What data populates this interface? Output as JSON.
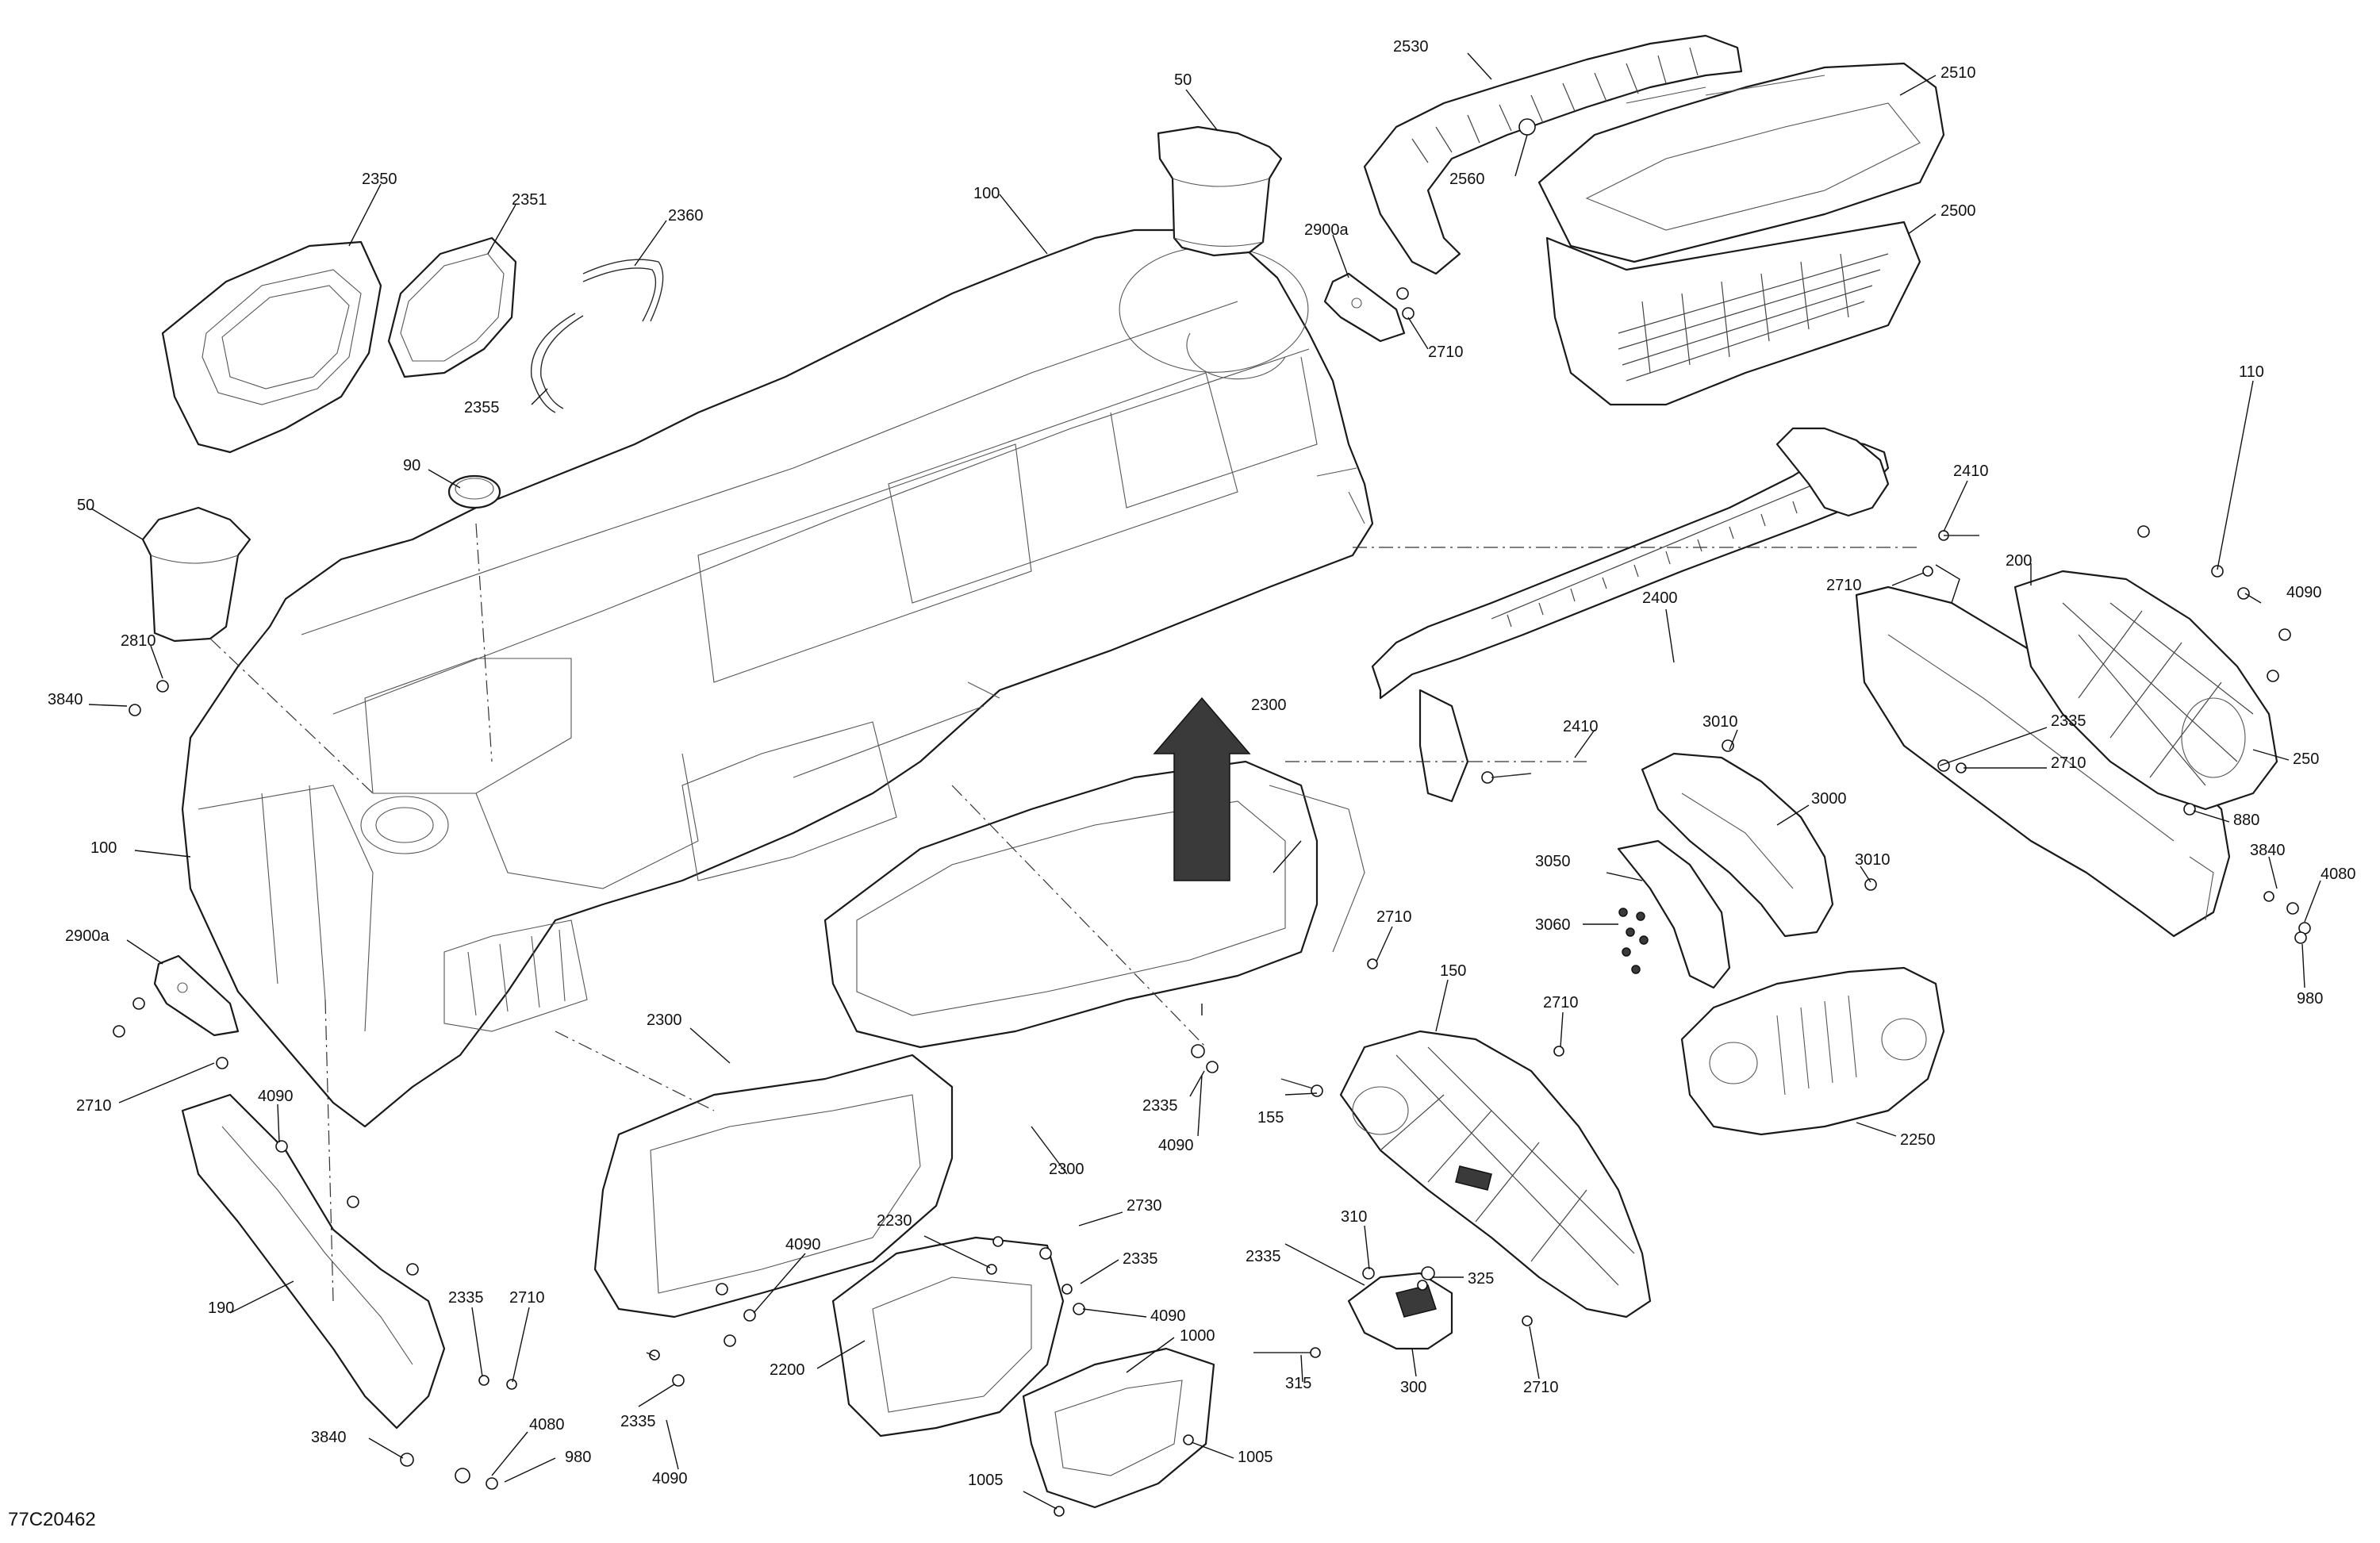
{
  "figure_id": "77C20462",
  "parts": {
    "p50_top": "50",
    "p2530": "2530",
    "p2510": "2510",
    "p2560": "2560",
    "p2500": "2500",
    "p2350": "2350",
    "p2351": "2351",
    "p2360": "2360",
    "p2355": "2355",
    "p100_top": "100",
    "p2900a_top": "2900a",
    "p2710_top": "2710",
    "p90": "90",
    "p50_left": "50",
    "p2810": "2810",
    "p3840_left": "3840",
    "p100_left": "100",
    "p2900a_left": "2900a",
    "p2710_left": "2710",
    "p2410_top": "2410",
    "p2710_rb": "2710",
    "p2400": "2400",
    "p110": "110",
    "p200": "200",
    "p4090_right": "4090",
    "p3010_a": "3010",
    "p2410_mid": "2410",
    "p2300_upper": "2300",
    "p2335_right": "2335",
    "p2710_right": "2710",
    "p250": "250",
    "p880": "880",
    "p3000": "3000",
    "p3050": "3050",
    "p3010_b": "3010",
    "p3060": "3060",
    "p3840_right": "3840",
    "p4080_right": "4080",
    "p980_right": "980",
    "p2710_mid": "2710",
    "p150": "150",
    "p2710_150": "2710",
    "p2300_lower": "2300",
    "p2335_mid": "2335",
    "p4090_mid": "4090",
    "p155": "155",
    "p2250": "2250",
    "p4090_left": "4090",
    "p2300_bottom": "2300",
    "p2730": "2730",
    "p2230": "2230",
    "p2335_b1": "2335",
    "p4090_b1": "4090",
    "p310": "310",
    "p2335_b2": "2335",
    "p325": "325",
    "p4090_b2": "4090",
    "p190": "190",
    "p2335_b3": "2335",
    "p2710_b3": "2710",
    "p2335_b4": "2335",
    "p2200": "2200",
    "p1000": "1000",
    "p315": "315",
    "p300": "300",
    "p2710_b4": "2710",
    "p3840_bottom": "3840",
    "p4080_bottom": "4080",
    "p980_bottom": "980",
    "p4090_bottom": "4090",
    "p1005_left": "1005",
    "p1005_right": "1005"
  }
}
